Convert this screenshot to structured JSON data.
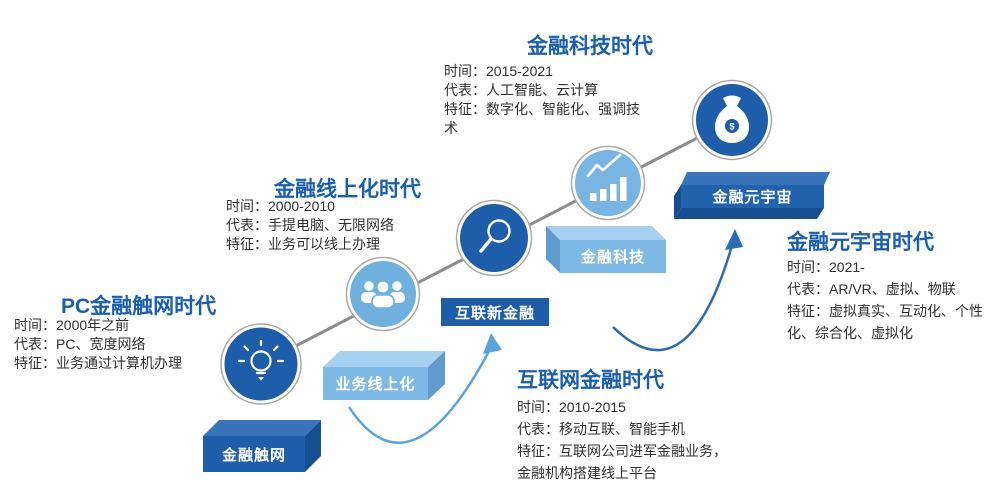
{
  "sections": {
    "pc": {
      "title": "PC金融触网时代",
      "lines": [
        "时间：2000年之前",
        "代表：PC、宽度网络",
        "特征：业务通过计算机办理"
      ]
    },
    "online": {
      "title": "金融线上化时代",
      "lines": [
        "时间：2000-2010",
        "代表：手提电脑、无限网络",
        "特征：业务可以线上办理"
      ]
    },
    "internet": {
      "title": "互联网金融时代",
      "lines": [
        "时间：2010-2015",
        "代表：移动互联、智能手机",
        "特征：互联网公司进军金融业务，金融机构搭建线上平台"
      ]
    },
    "fintech": {
      "title": "金融科技时代",
      "lines": [
        "时间：2015-2021",
        "代表：人工智能、云计算",
        "特征：数字化、智能化、强调技术"
      ]
    },
    "metaverse": {
      "title": "金融元宇宙时代",
      "lines": [
        "时间：2021-",
        "代表：AR/VR、虚拟、物联",
        "特征：虚拟真实、互动化、个性化、综合化、虚拟化"
      ]
    }
  },
  "boxes": {
    "chuwang": {
      "label": "金融触网"
    },
    "online": {
      "label": "业务线上化"
    },
    "hulian": {
      "label": "互联新金融"
    },
    "fintech": {
      "label": "金融科技"
    },
    "metaverse": {
      "label": "金融元宇宙"
    }
  },
  "icons": {
    "names": [
      "lightbulb-icon",
      "people-icon",
      "magnifier-icon",
      "chart-icon",
      "moneybag-icon"
    ],
    "dollar_sign": "$"
  },
  "colors": {
    "heading_blue": "#1a5fad",
    "dark_blue": "#1e5da9",
    "dark_blue_top": "#3974ba",
    "dark_blue_side": "#174e8d",
    "light_blue": "#7db9e4",
    "light_blue_top": "#a5d0ef",
    "light_blue_side": "#5f9bcd",
    "circle_light": "#6fb0dd",
    "gray_line": "#8c8c8c",
    "arrow_light": "#5aa4da",
    "arrow_dark": "#2c6ab2",
    "body_text": "#303030"
  }
}
